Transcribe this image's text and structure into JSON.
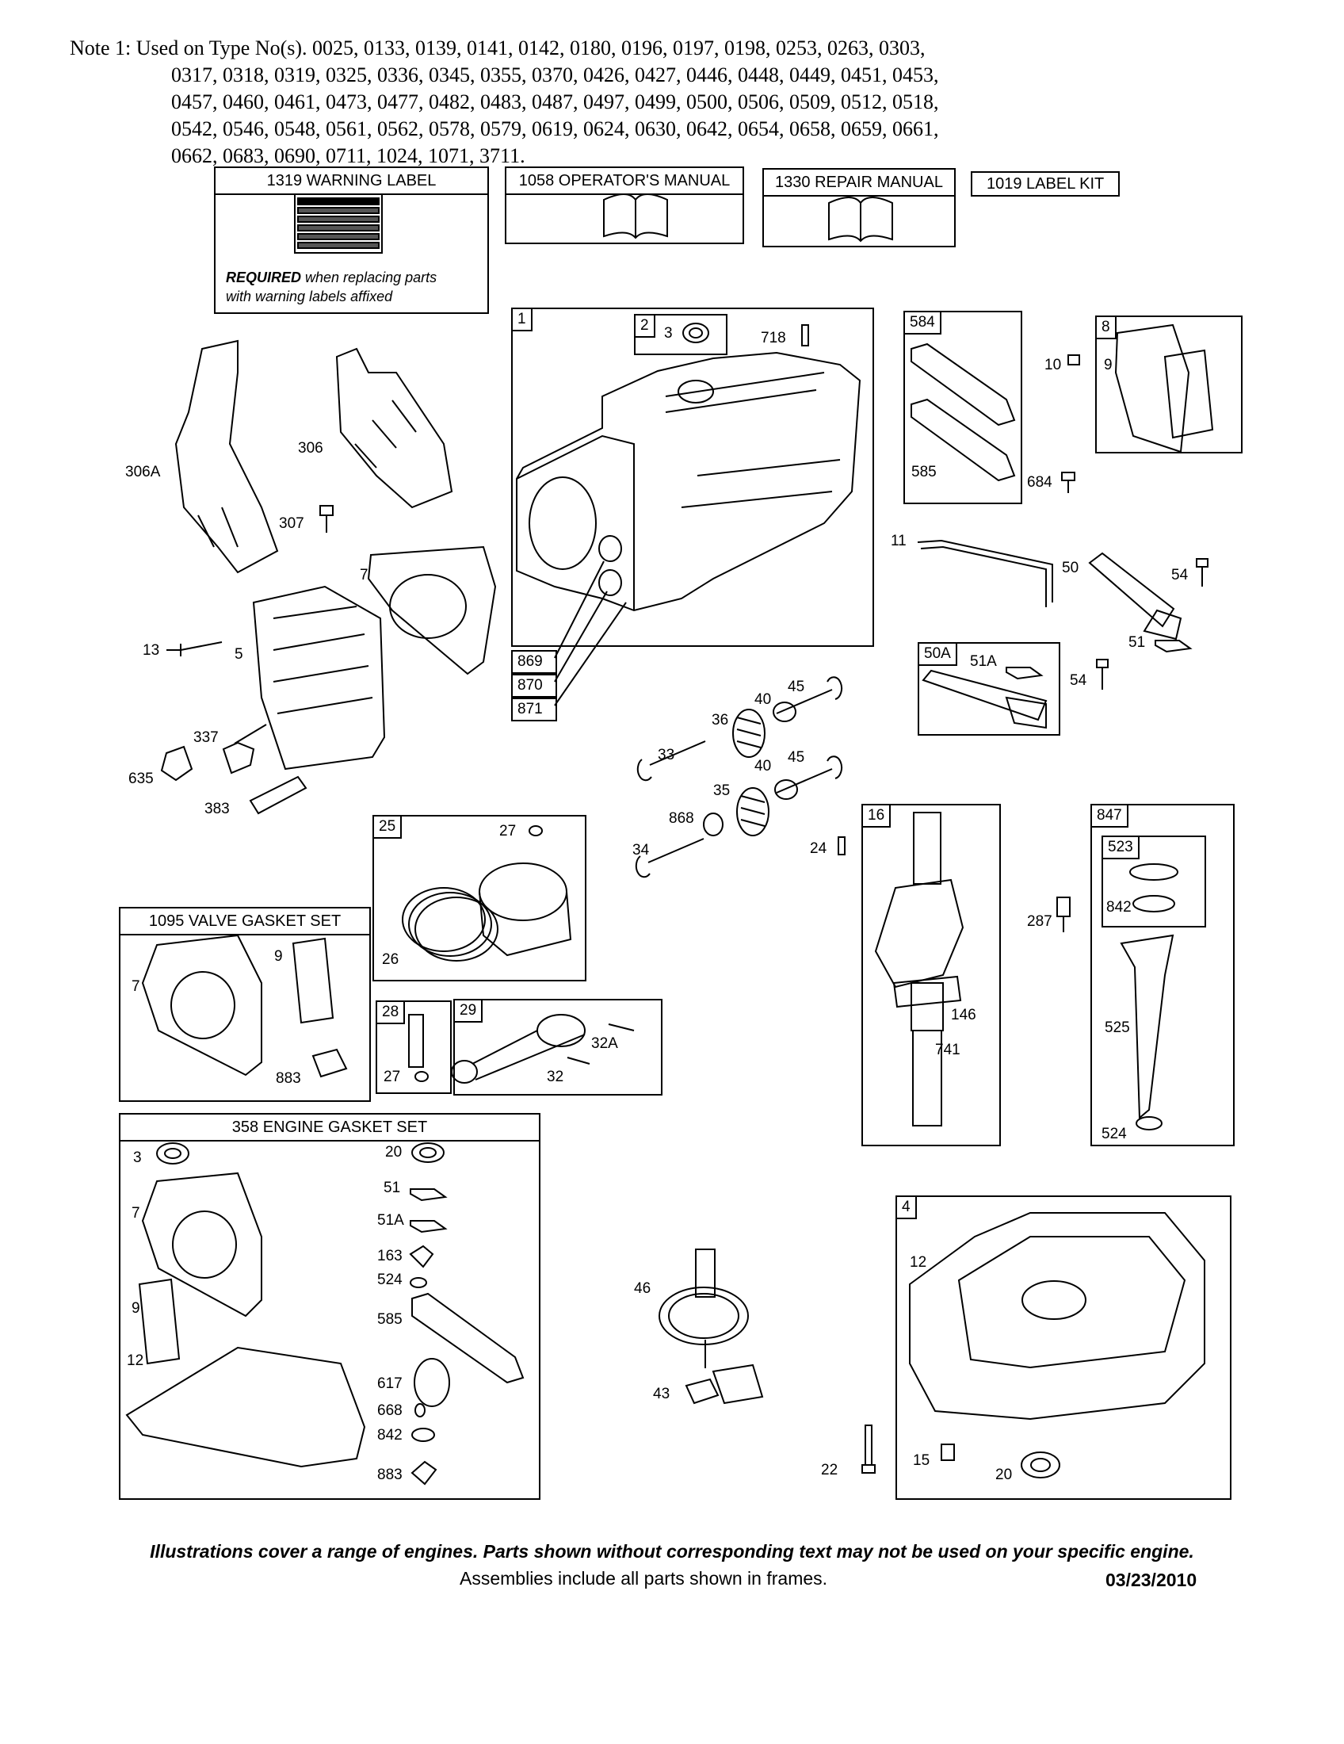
{
  "note": {
    "lines": [
      "Note 1: Used on Type No(s). 0025, 0133, 0139, 0141, 0142, 0180, 0196, 0197, 0198, 0253, 0263, 0303,",
      "0317, 0318, 0319, 0325, 0336, 0345, 0355, 0370, 0426, 0427, 0446, 0448, 0449, 0451, 0453,",
      "0457, 0460, 0461, 0473, 0477, 0482, 0483, 0487, 0497, 0499, 0500, 0506, 0509, 0512, 0518,",
      "0542, 0546, 0548, 0561, 0562, 0578, 0579, 0619, 0624, 0630, 0642, 0654, 0658, 0659, 0661,",
      "0662, 0683, 0690, 0711, 1024, 1071, 3711."
    ]
  },
  "kits": {
    "warning_label": "1319 WARNING LABEL",
    "required_bold": "REQUIRED",
    "required_rest": " when replacing parts",
    "required_line2": "with warning labels affixed",
    "operators_manual": "1058 OPERATOR'S MANUAL",
    "repair_manual": "1330 REPAIR MANUAL",
    "label_kit": "1019 LABEL KIT"
  },
  "sets": {
    "valve_gasket_set": "1095 VALVE GASKET SET",
    "engine_gasket_set": "358 ENGINE GASKET SET"
  },
  "frame_numbers": {
    "f1": "1",
    "f2": "2",
    "f584": "584",
    "f8": "8",
    "f50a": "50A",
    "f25": "25",
    "f16": "16",
    "f847": "847",
    "f523": "523",
    "f28": "28",
    "f29": "29",
    "f4": "4",
    "f869": "869",
    "f870": "870",
    "f871": "871"
  },
  "labels": {
    "l3a": "3",
    "l718": "718",
    "l10": "10",
    "l9a": "9",
    "l585a": "585",
    "l684": "684",
    "l306a": "306A",
    "l306": "306",
    "l307": "307",
    "l7a": "7",
    "l13": "13",
    "l5": "5",
    "l337": "337",
    "l635": "635",
    "l383": "383",
    "l11": "11",
    "l50": "50",
    "l54a": "54",
    "l51a": "51",
    "l51A": "51A",
    "l54b": "54",
    "l36": "36",
    "l40a": "40",
    "l45a": "45",
    "l33": "33",
    "l40b": "40",
    "l45b": "45",
    "l35": "35",
    "l868": "868",
    "l34": "34",
    "l24": "24",
    "l27a": "27",
    "l26": "26",
    "l27b": "27",
    "l32A": "32A",
    "l32": "32",
    "l146": "146",
    "l741": "741",
    "l287": "287",
    "l842a": "842",
    "l525": "525",
    "l524a": "524",
    "l7b": "7",
    "l9b": "9",
    "l883a": "883",
    "l3b": "3",
    "l20a": "20",
    "l51b": "51",
    "l51Ab": "51A",
    "l163": "163",
    "l524b": "524",
    "l7c": "7",
    "l9c": "9",
    "l585b": "585",
    "l12a": "12",
    "l617": "617",
    "l668": "668",
    "l842b": "842",
    "l883b": "883",
    "l46": "46",
    "l43": "43",
    "l12b": "12",
    "l22": "22",
    "l15": "15",
    "l20b": "20"
  },
  "footer": {
    "disclaimer": "Illustrations cover a range of engines. Parts shown without corresponding text may not be used on your specific engine.",
    "assemblies": "Assemblies include all parts shown in frames.",
    "date": "03/23/2010"
  }
}
